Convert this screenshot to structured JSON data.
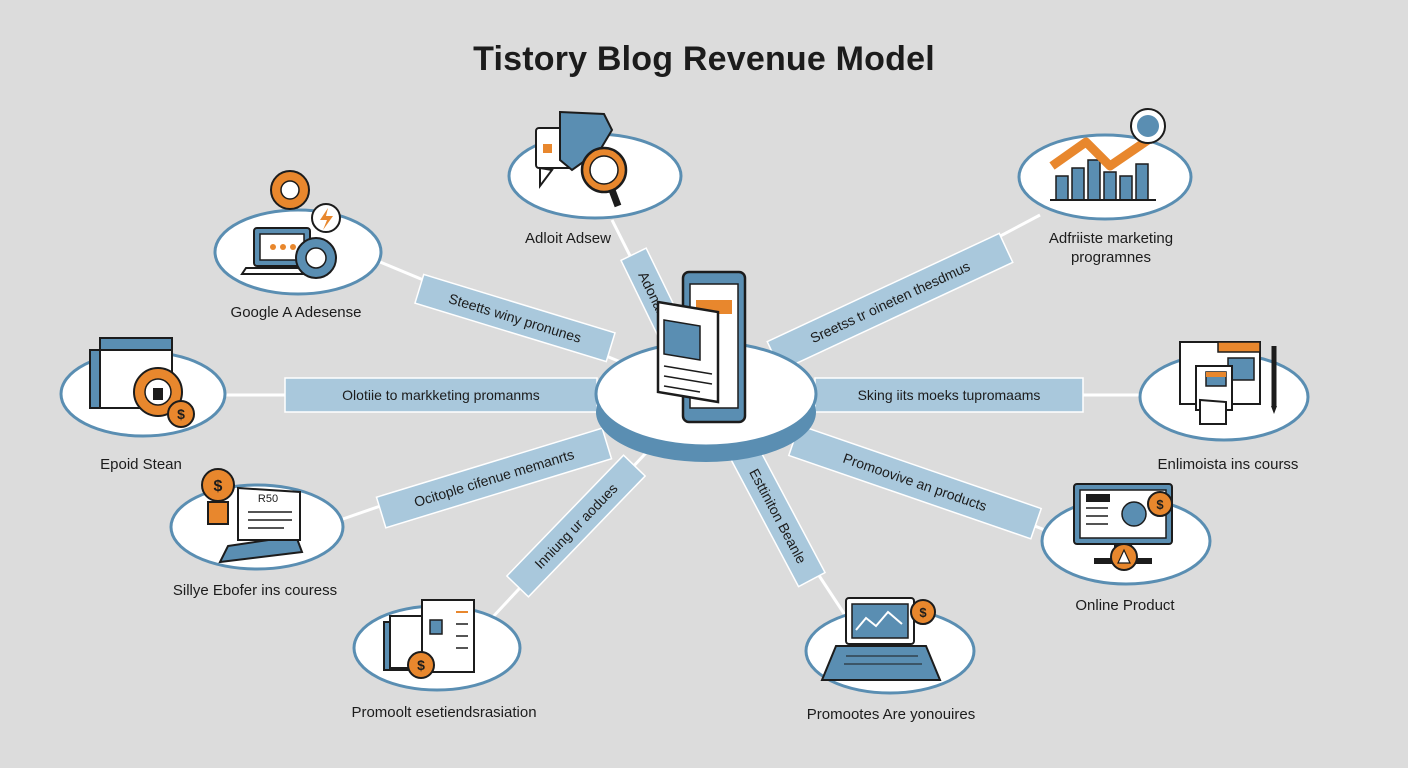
{
  "title": "Tistory Blog Revenue Model",
  "colors": {
    "accent_blue": "#5a8eb2",
    "accent_orange": "#e8872d",
    "ribbon": "#a9c8dc",
    "background": "#dcdcdc"
  },
  "nodes": [
    {
      "label": "Google A Adesense",
      "icon": "laptop-gear-icon"
    },
    {
      "label": "Adloit Adsew",
      "icon": "search-chat-icon"
    },
    {
      "label_lines": [
        "Adfriiste marketing",
        "programnes"
      ],
      "icon": "growth-chart-icon"
    },
    {
      "label": "Epoid Stean",
      "icon": "browser-lock-icon"
    },
    {
      "label": "Enlimoista ins courss",
      "icon": "documents-pen-icon"
    },
    {
      "label": "Sillye Ebofer ins couress",
      "icon": "certificate-dollar-icon"
    },
    {
      "label": "Online Product",
      "icon": "monitor-product-icon"
    },
    {
      "label": "Promoolt esetiendsrasiation",
      "icon": "book-dollar-icon"
    },
    {
      "label": "Promootes Are yonouires",
      "icon": "laptop-analytics-icon"
    }
  ],
  "ribbons": [
    {
      "text": "Steetts winy pronunes"
    },
    {
      "text": "Adonal"
    },
    {
      "text": "Sreetss tr oineten thesdmus"
    },
    {
      "text": "Olotiie to markketing promanms"
    },
    {
      "text": "Sking iits moeks tupromaams"
    },
    {
      "text": "Ocitople cifenue memanrts"
    },
    {
      "text": "Promoovive an products"
    },
    {
      "text": "Inniung ur aodues"
    },
    {
      "text": "Esttiniton Beanle"
    }
  ]
}
